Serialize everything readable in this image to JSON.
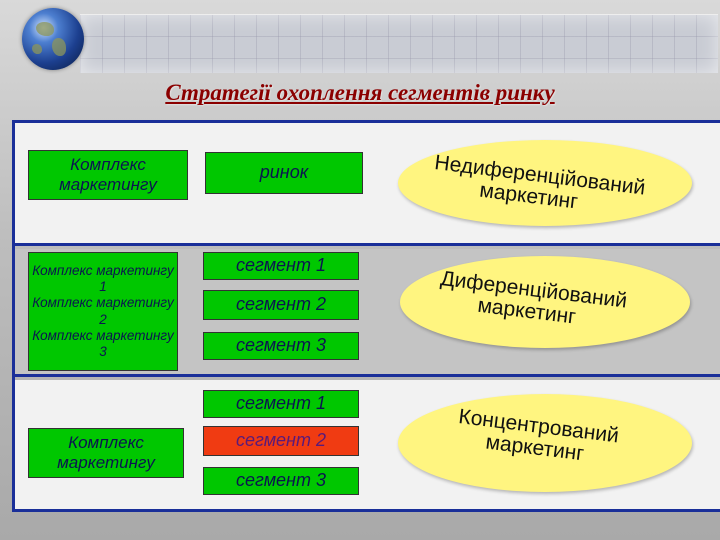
{
  "title": "Стратегії охоплення сегментів ринку",
  "row1": {
    "mix": "Комплекс маркетингу",
    "market": "ринок",
    "strategy_line1": "Недиференційований",
    "strategy_line2": "маркетинг"
  },
  "row2": {
    "mixes": [
      "Комплекс маркетингу 1",
      "Комплекс маркетингу 2",
      "Комплекс маркетингу 3"
    ],
    "segments": [
      "сегмент 1",
      "сегмент 2",
      "сегмент 3"
    ],
    "strategy_line1": "Диференційований",
    "strategy_line2": "маркетинг"
  },
  "row3": {
    "mix": "Комплекс маркетингу",
    "segments": [
      "сегмент 1",
      "сегмент 2",
      "сегмент 3"
    ],
    "highlighted_segment_color": "#f03b12",
    "strategy_line1": "Концентрований",
    "strategy_line2": "маркетинг"
  }
}
